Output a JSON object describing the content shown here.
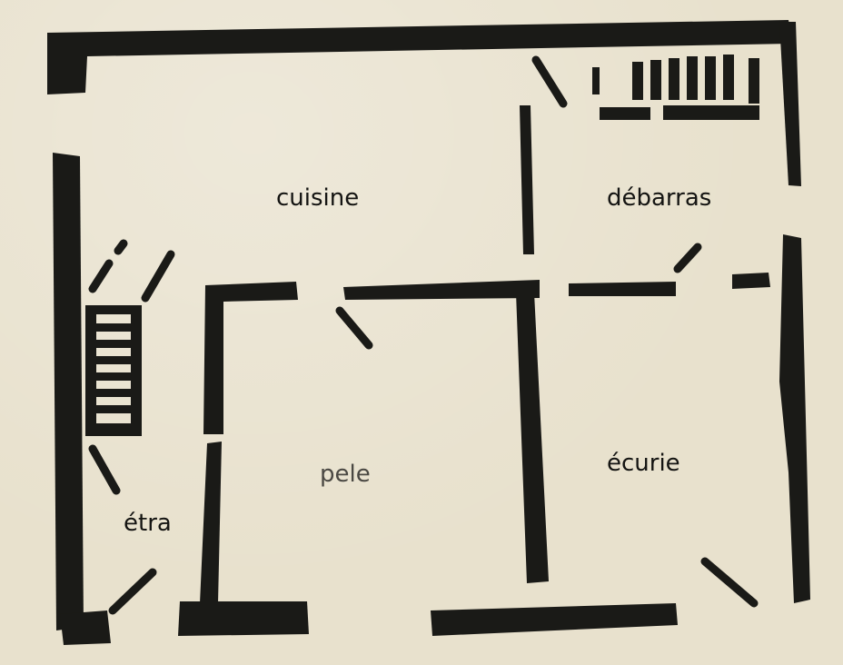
{
  "rooms": {
    "cuisine": "cuisine",
    "debarras": "débarras",
    "etra": "étra",
    "pele": "pele",
    "ecurie": "écurie"
  },
  "colors": {
    "paper": "#e8e1cd",
    "ink": "#1a1a17"
  }
}
